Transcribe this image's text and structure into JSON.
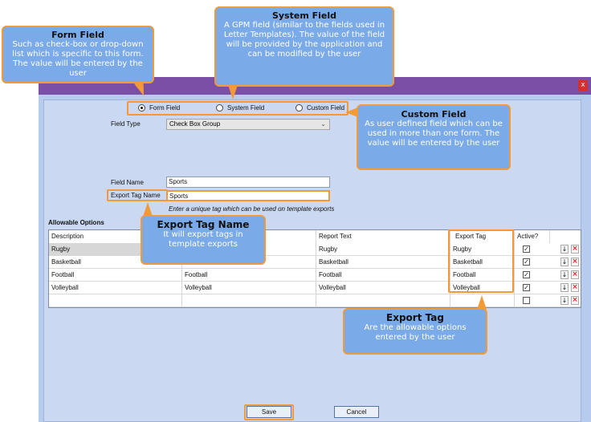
{
  "window": {
    "close_icon": "close-icon"
  },
  "field_source": {
    "options": [
      "Form Field",
      "System Field",
      "Custom Field"
    ],
    "selected": "Form Field"
  },
  "field_type": {
    "label": "Field Type",
    "value": "Check Box Group"
  },
  "field_name": {
    "label": "Field Name",
    "value": "Sports"
  },
  "export_tag_name": {
    "label": "Export Tag Name",
    "value": "Sports"
  },
  "hint": "Enter a unique tag which can be used on template exports",
  "allowable_options": {
    "title": "Allowable Options",
    "columns": [
      "Description",
      "",
      "Report Text",
      "Export Tag",
      "Active?"
    ],
    "rows": [
      {
        "description": "Rugby",
        "value": "",
        "report_text": "Rugby",
        "export_tag": "Rugby",
        "active": true
      },
      {
        "description": "Basketball",
        "value": "",
        "report_text": "Basketball",
        "export_tag": "Basketball",
        "active": true
      },
      {
        "description": "Football",
        "value": "Football",
        "report_text": "Football",
        "export_tag": "Football",
        "active": true
      },
      {
        "description": "Volleyball",
        "value": "Volleyball",
        "report_text": "Volleyball",
        "export_tag": "Volleyball",
        "active": true
      },
      {
        "description": "",
        "value": "",
        "report_text": "",
        "export_tag": "",
        "active": false
      }
    ]
  },
  "buttons": {
    "save": "Save",
    "cancel": "Cancel"
  },
  "callouts": {
    "form_field": {
      "title": "Form Field",
      "body": "Such as check-box or drop-down list which is specific to this form. The value will be entered by the user"
    },
    "system_field": {
      "title": "System Field",
      "body": "A GPM field (similar to the fields used in Letter Templates). The value of the field will be provided by the application and can be modified by the user"
    },
    "custom_field": {
      "title": "Custom Field",
      "body": "As user defined field which can be used in more than one form. The value will be entered by the user"
    },
    "export_tag_name": {
      "title": "Export Tag Name",
      "body": "It will export tags in template exports"
    },
    "export_tag": {
      "title": "Export Tag",
      "body": "Are the allowable options entered by the user"
    }
  },
  "colors": {
    "titlebar": "#7b4fa5",
    "callout_fill": "#7aaae7",
    "callout_border": "#f29a38",
    "panel": "#cad9f1"
  }
}
